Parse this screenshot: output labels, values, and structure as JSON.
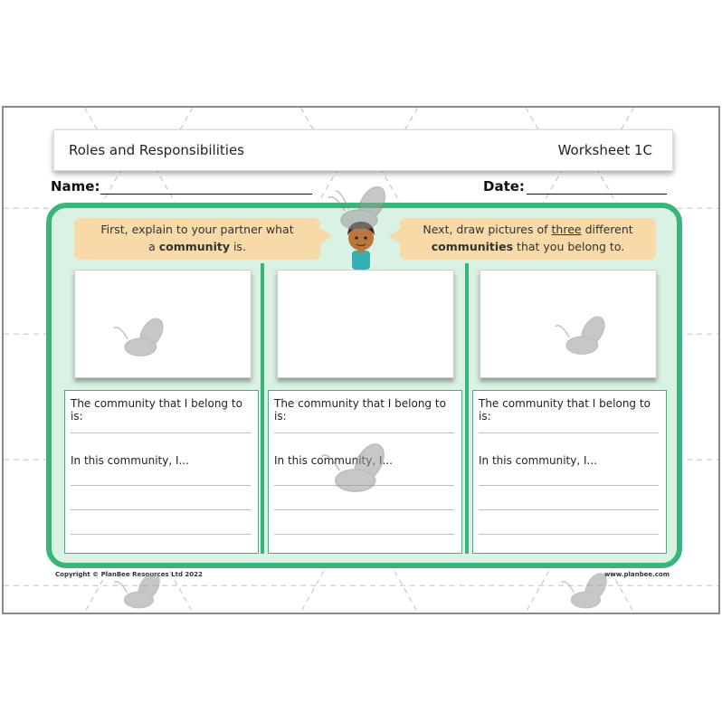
{
  "header": {
    "title": "Roles and Responsibilities",
    "worksheet_label": "Worksheet 1C"
  },
  "fields": {
    "name_label": "Name:",
    "date_label": "Date:"
  },
  "instructions": {
    "left_part1": "First, explain to your partner what",
    "left_part2": "a ",
    "left_bold": "community",
    "left_part3": " is.",
    "right_part1": "Next, draw pictures of ",
    "right_underline": "three",
    "right_part2": " different",
    "right_bold": "communities",
    "right_part3": " that you belong to."
  },
  "columns": [
    {
      "prompt": "The community that I belong to is:",
      "followup": "In this community, I..."
    },
    {
      "prompt": "The community that I belong to is:",
      "followup": "In this community, I..."
    },
    {
      "prompt": "The community that I belong to is:",
      "followup": "In this community, I..."
    }
  ],
  "footer": {
    "copyright": "Copyright © PlanBee Resources Ltd 2022",
    "website": "www.planbee.com"
  },
  "colors": {
    "panel_border": "#3ab57a",
    "panel_fill": "#daf2e4",
    "speech_bubble": "#f8d9a8"
  },
  "icons": [
    "child-illustration-icon",
    "bee-watermark-icon"
  ]
}
